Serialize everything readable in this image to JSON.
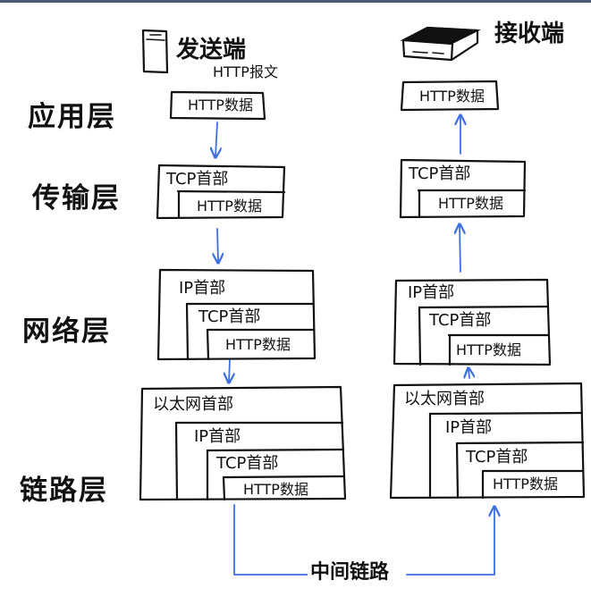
{
  "diagram": {
    "sender_label": "发送端",
    "receiver_label": "接收端",
    "http_message_label": "HTTP报文",
    "intermediate_link_label": "中间链路",
    "layers": {
      "application": "应用层",
      "transport": "传输层",
      "network": "网络层",
      "link": "链路层"
    },
    "headers": {
      "http_data": "HTTP数据",
      "tcp_header": "TCP首部",
      "ip_header": "IP首部",
      "ethernet_header": "以太网首部"
    },
    "colors": {
      "ink": "#111111",
      "arrow": "#3d6fe0",
      "top_rule": "#4a5a75"
    },
    "icons": {
      "sender": "phone-icon",
      "receiver": "server-box-icon"
    }
  }
}
